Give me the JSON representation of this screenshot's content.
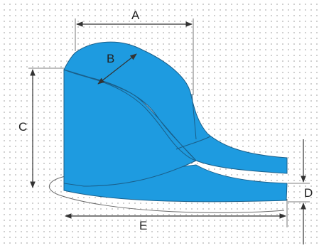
{
  "diagram": {
    "labels": {
      "a": "A",
      "b": "B",
      "c": "C",
      "d": "D",
      "e": "E"
    },
    "colors": {
      "fill": "#1e9be0",
      "outline": "#1a5f8a",
      "dimension": "#333333",
      "grid_dot": "#c4c4c4"
    }
  }
}
